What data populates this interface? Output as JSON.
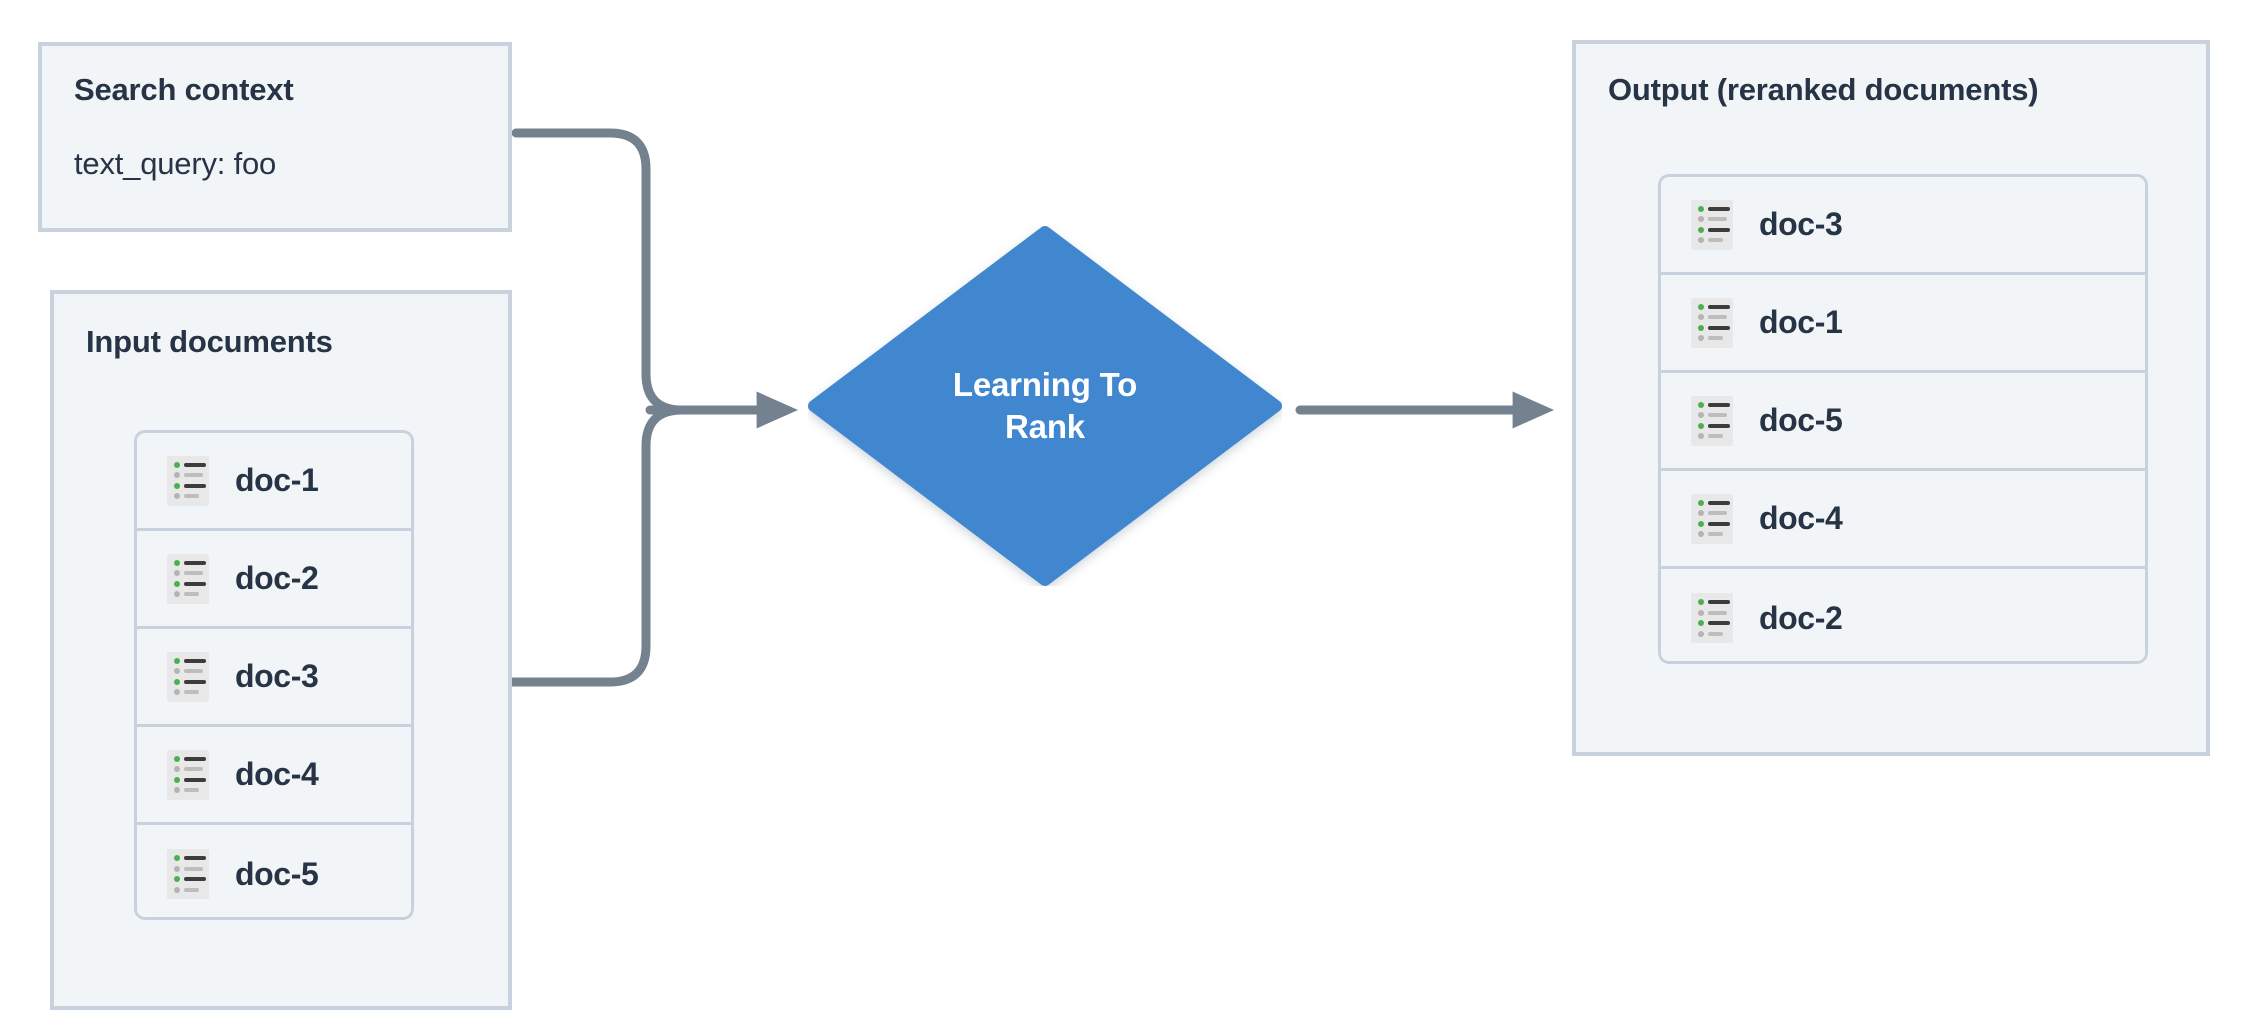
{
  "theme": {
    "panel_bg": "#f2f5f7",
    "panel_border": "#c7d2de",
    "text_dark": "#263445",
    "accent_blue": "#4087d0",
    "connector_gray": "#74818f",
    "icon_bg": "#e8e8e8",
    "icon_green": "#4caf50",
    "icon_gray": "#b4b4b4",
    "icon_dark": "#3c3c3c",
    "canvas_bg": "#ffffff"
  },
  "search_context": {
    "title": "Search context",
    "query_line": "text_query: foo"
  },
  "input_documents": {
    "title": "Input documents",
    "docs": [
      {
        "label": "doc-1",
        "icon": "document-list-icon"
      },
      {
        "label": "doc-2",
        "icon": "document-list-icon"
      },
      {
        "label": "doc-3",
        "icon": "document-list-icon"
      },
      {
        "label": "doc-4",
        "icon": "document-list-icon"
      },
      {
        "label": "doc-5",
        "icon": "document-list-icon"
      }
    ]
  },
  "process": {
    "label_line1": "Learning To",
    "label_line2": "Rank",
    "shape": "diamond"
  },
  "output_documents": {
    "title": "Output (reranked documents)",
    "docs": [
      {
        "label": "doc-3",
        "icon": "document-list-icon"
      },
      {
        "label": "doc-1",
        "icon": "document-list-icon"
      },
      {
        "label": "doc-5",
        "icon": "document-list-icon"
      },
      {
        "label": "doc-4",
        "icon": "document-list-icon"
      },
      {
        "label": "doc-2",
        "icon": "document-list-icon"
      }
    ]
  },
  "connectors": [
    {
      "name": "search-context-to-process",
      "from": "search_context",
      "to": "process",
      "arrow": true
    },
    {
      "name": "input-documents-to-process",
      "from": "input_documents",
      "to": "process",
      "arrow": true
    },
    {
      "name": "process-to-output",
      "from": "process",
      "to": "output_documents",
      "arrow": true
    }
  ]
}
